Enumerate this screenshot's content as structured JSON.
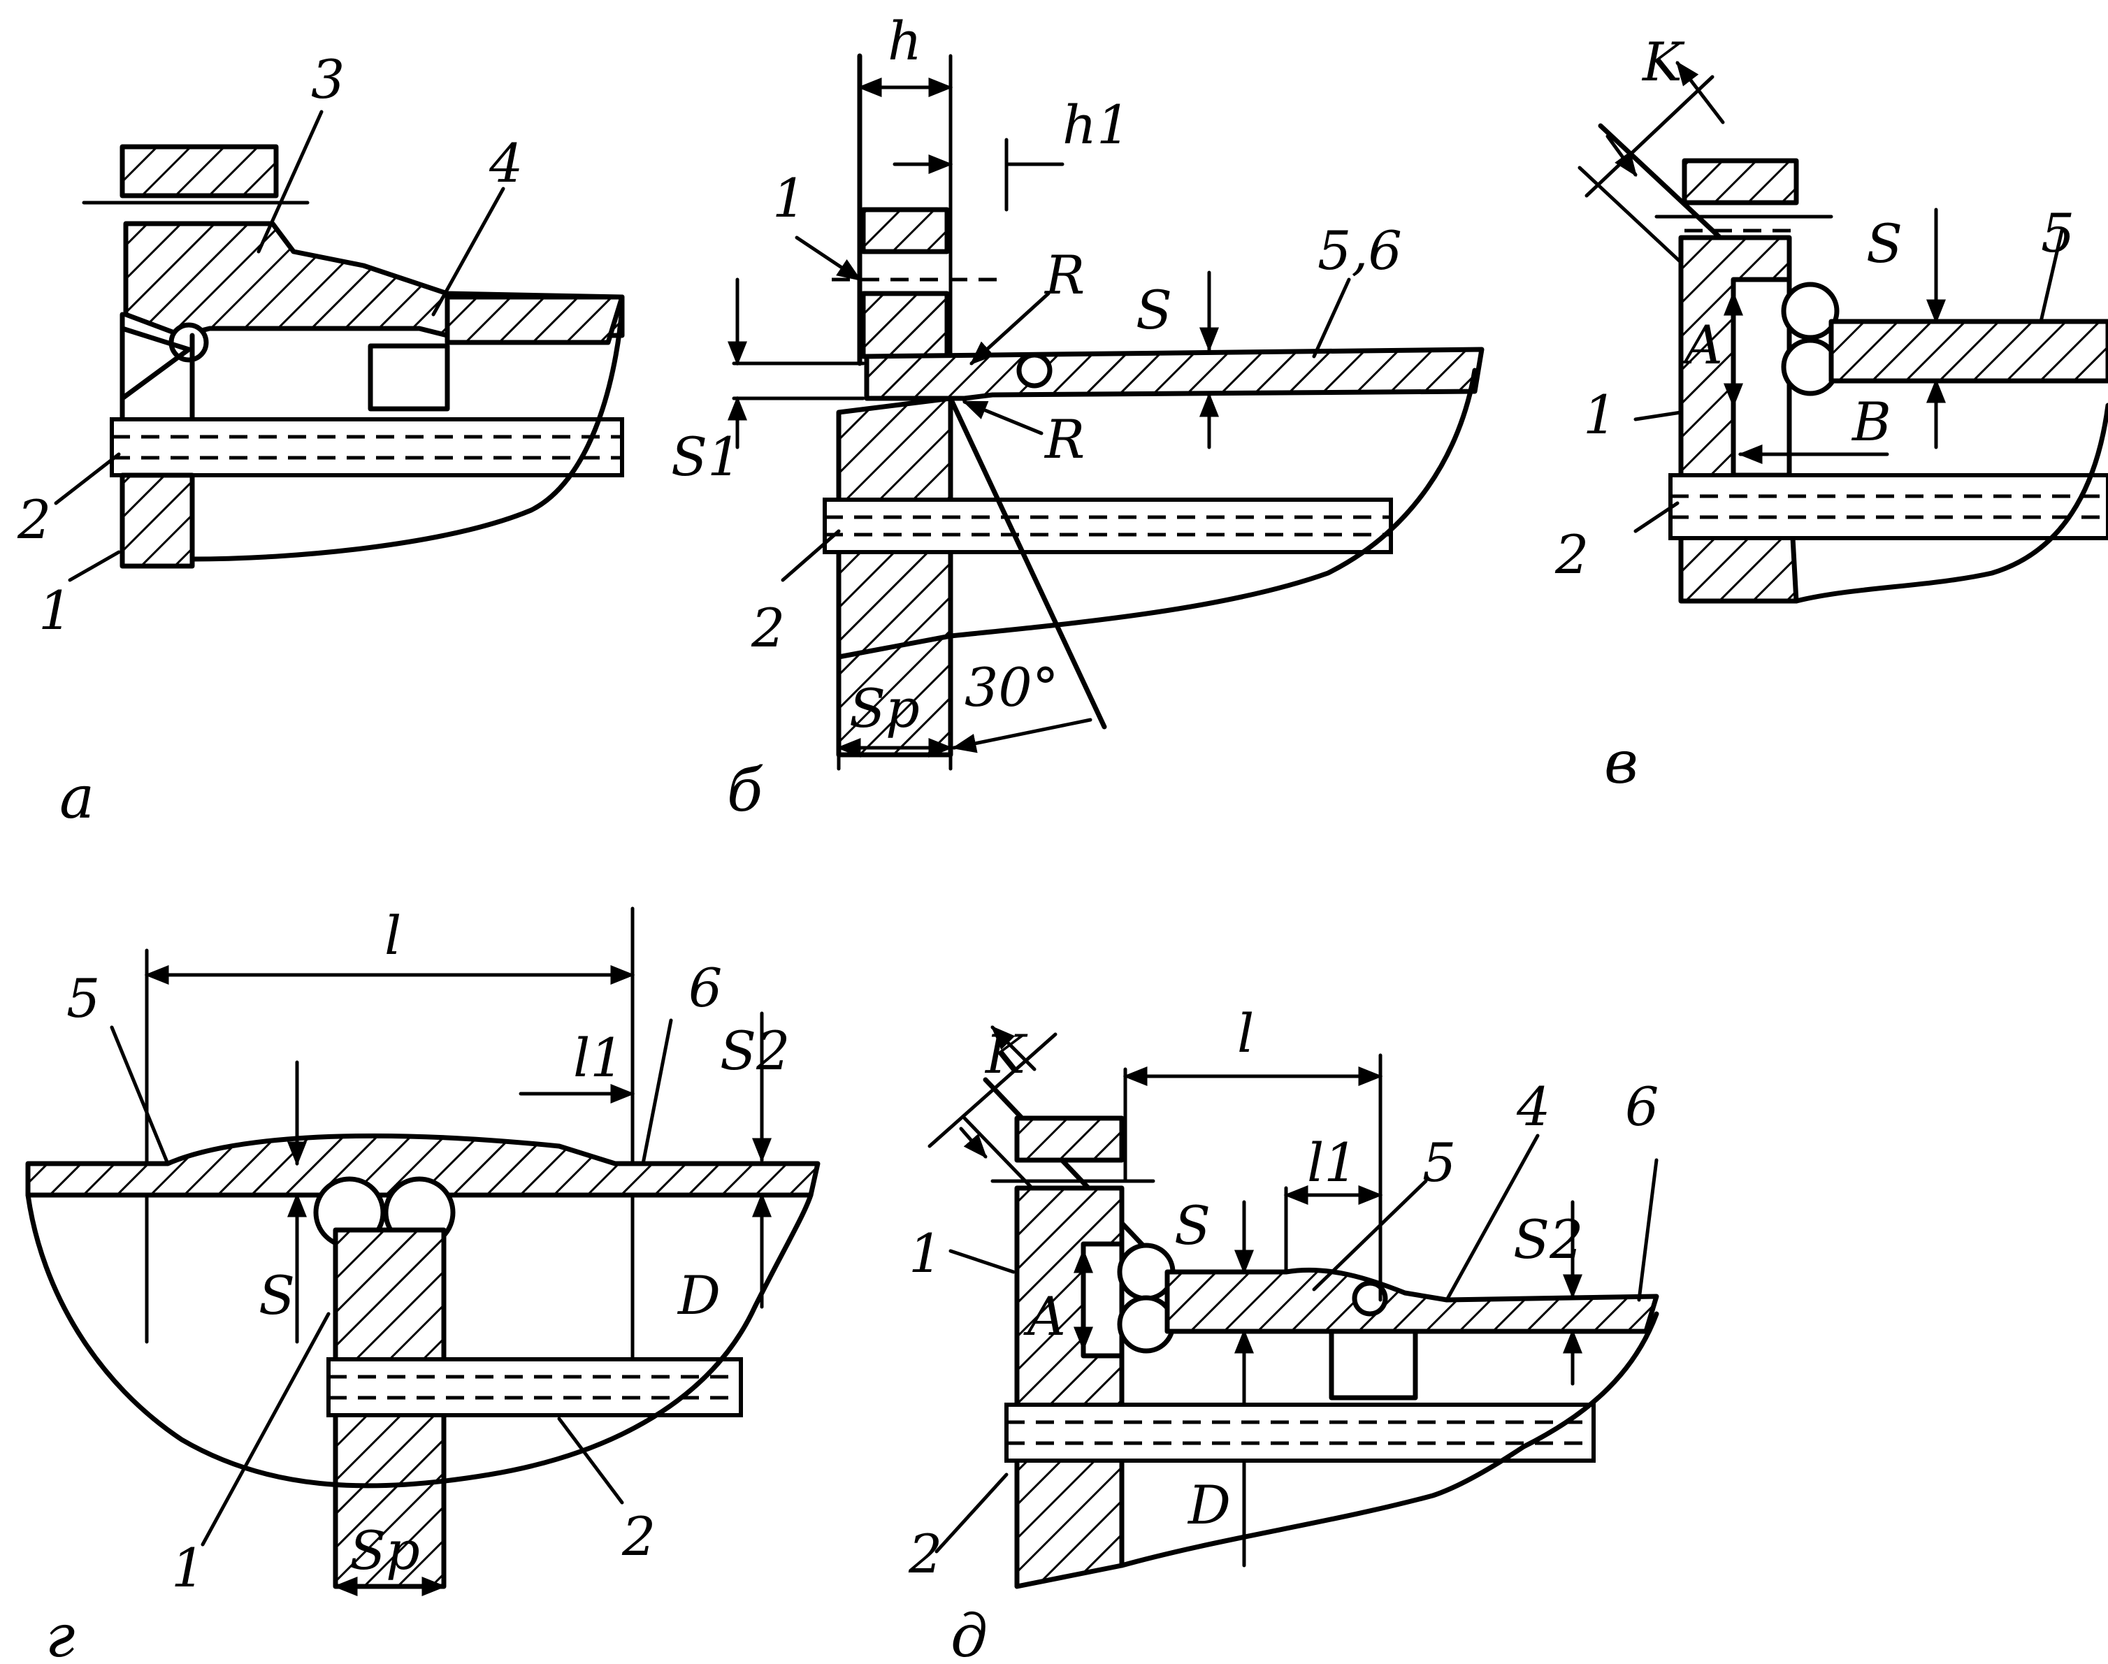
{
  "figure": {
    "panels": [
      {
        "id": "a",
        "caption": "a",
        "labels": [
          "3",
          "4",
          "2",
          "1"
        ]
      },
      {
        "id": "b",
        "caption": "б",
        "labels": [
          "h",
          "h1",
          "1",
          "R",
          "R",
          "S",
          "5,6",
          "S1",
          "2",
          "Sp",
          "30°"
        ]
      },
      {
        "id": "v",
        "caption": "в",
        "labels": [
          "K",
          "S",
          "5",
          "A",
          "1",
          "B",
          "2"
        ]
      },
      {
        "id": "g",
        "caption": "г",
        "labels": [
          "l",
          "5",
          "6",
          "l1",
          "S2",
          "S",
          "D",
          "1",
          "2",
          "Sp"
        ]
      },
      {
        "id": "d",
        "caption": "д",
        "labels": [
          "K",
          "l",
          "4",
          "6",
          "l1",
          "5",
          "S",
          "1",
          "A",
          "S2",
          "2",
          "D"
        ]
      }
    ]
  }
}
